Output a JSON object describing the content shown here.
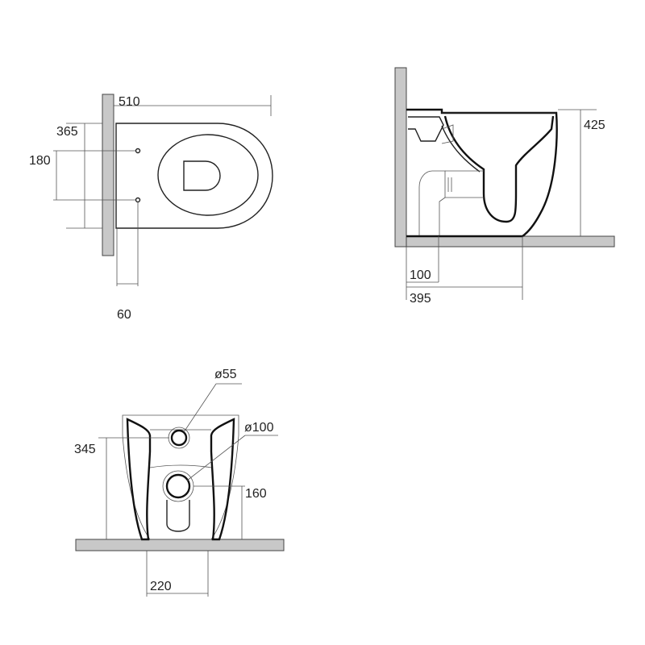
{
  "views": {
    "top": {
      "dims": {
        "length": "510",
        "mount_depth": "365",
        "hole_spacing": "180",
        "wall_offset": "60"
      }
    },
    "side": {
      "dims": {
        "height": "425",
        "waste_offset": "100",
        "outlet_distance": "395"
      }
    },
    "rear": {
      "dims": {
        "supply_diameter": "ø55",
        "waste_diameter": "ø100",
        "supply_height": "345",
        "waste_height": "160",
        "base_width": "220"
      }
    }
  },
  "colors": {
    "line": "#333333",
    "wall_fill": "#c8c8c8",
    "background": "#ffffff"
  }
}
